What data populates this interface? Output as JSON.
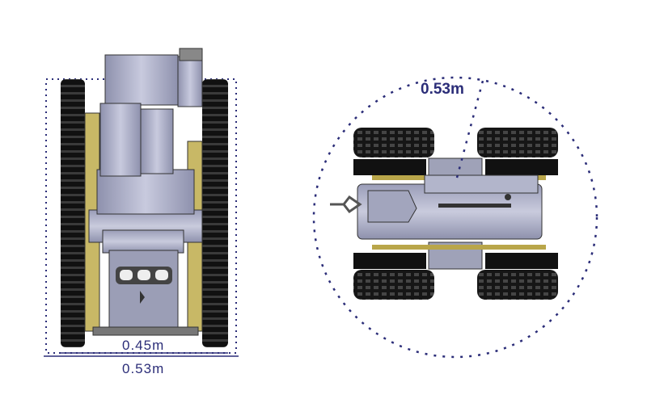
{
  "front_view": {
    "inner_width_label": "0.45m",
    "outer_width_label": "0.53m"
  },
  "top_view": {
    "radius_label": "0.53m"
  },
  "colors": {
    "dimension": "#2b2d78",
    "body": "#a9acc4",
    "track": "#1a1a1a",
    "accent": "#b9a64a"
  }
}
